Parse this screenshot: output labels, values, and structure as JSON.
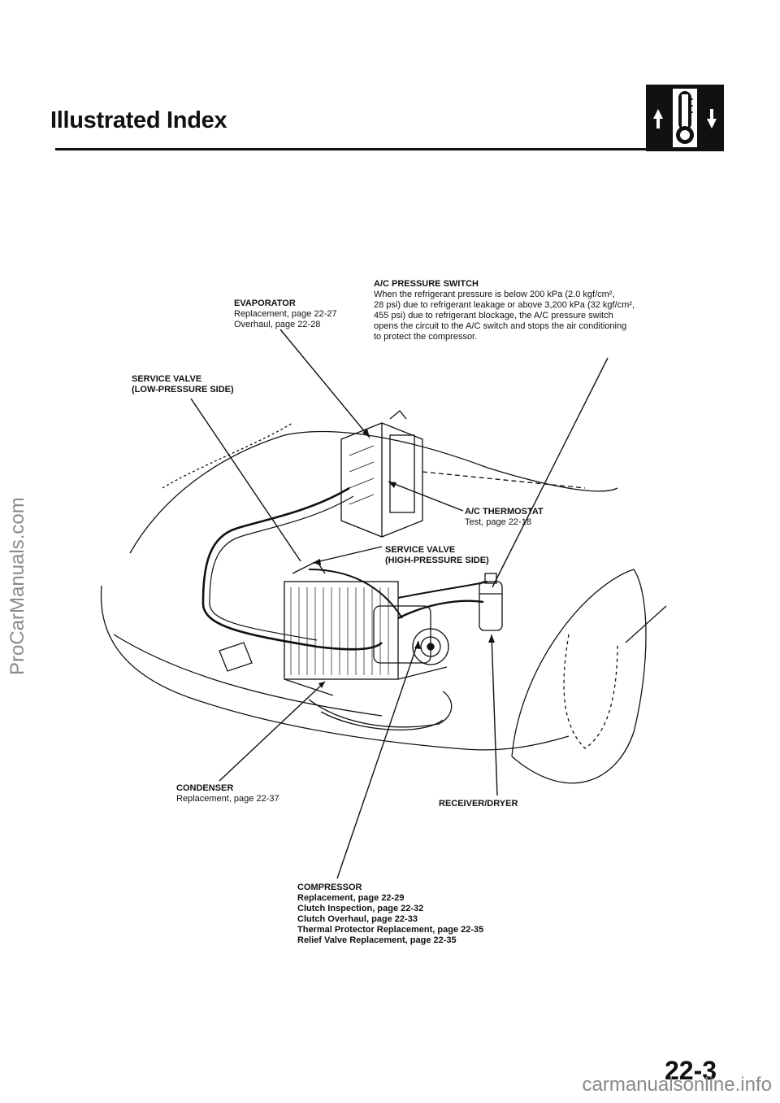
{
  "header": {
    "title": "Illustrated Index"
  },
  "labels": {
    "evaporator": {
      "name": "EVAPORATOR",
      "lines": [
        "Replacement, page 22-27",
        "Overhaul, page 22-28"
      ]
    },
    "pressure_switch": {
      "name": "A/C PRESSURE SWITCH",
      "lines": [
        "When the refrigerant pressure is below 200 kPa (2.0 kgf/cm²,",
        "28 psi) due to refrigerant leakage or above 3,200 kPa (32 kgf/cm²,",
        "455 psi) due to refrigerant blockage, the A/C pressure switch",
        "opens the circuit to the A/C switch and stops the air conditioning",
        "to protect the compressor."
      ]
    },
    "service_valve_low": {
      "name": "SERVICE VALVE",
      "lines": [
        "(LOW-PRESSURE SIDE)"
      ]
    },
    "thermostat": {
      "name": "A/C THERMOSTAT",
      "lines": [
        "Test, page 22-18"
      ]
    },
    "service_valve_high": {
      "name": "SERVICE VALVE",
      "lines": [
        "(HIGH-PRESSURE SIDE)"
      ]
    },
    "condenser": {
      "name": "CONDENSER",
      "lines": [
        "Replacement, page 22-37"
      ]
    },
    "receiver_dryer": {
      "name": "RECEIVER/DRYER",
      "lines": []
    },
    "compressor": {
      "name": "COMPRESSOR",
      "lines": [
        "Replacement, page 22-29",
        "Clutch Inspection, page 22-32",
        "Clutch Overhaul, page 22-33",
        "Thermal Protector Replacement, page 22-35",
        "Relief Valve Replacement, page 22-35"
      ]
    }
  },
  "footer": {
    "page_number": "22-3"
  },
  "watermarks": {
    "left": "ProCarManuals.com",
    "bottom": "carmanualsonline.info"
  },
  "icons": {
    "section_icon": "hvac-thermometer-icon"
  },
  "colors": {
    "ink": "#111111",
    "watermark": "#8a8a8a"
  }
}
